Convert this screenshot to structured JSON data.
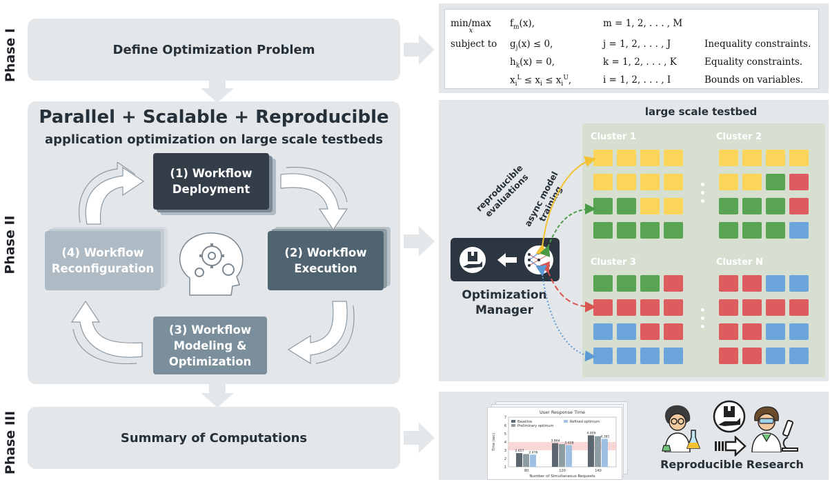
{
  "phases": {
    "phase1": "Phase I",
    "phase2": "Phase II",
    "phase3": "Phase III"
  },
  "phase1": {
    "title": "Define Optimization Problem"
  },
  "formulation": {
    "row1": {
      "op": "min/max",
      "sub": "x",
      "fn": "f",
      "fn_sub": "m",
      "arg": "(x),",
      "range": "m = 1, 2, . . . , M",
      "note": ""
    },
    "row2": {
      "op": "subject to",
      "fn": "g",
      "fn_sub": "j",
      "arg": "(x)  ≤ 0,",
      "range": "j = 1, 2, . . . , J",
      "note": "Inequality constraints."
    },
    "row3": {
      "fn": "h",
      "fn_sub": "k",
      "arg": "(x)  = 0,",
      "range": "k = 1, 2, . . . , K",
      "note": "Equality constraints."
    },
    "row4": {
      "bound": "x",
      "sup_l": "L",
      "sup_u": "U",
      "mid": "≤ x",
      "range": "i = 1, 2, . . . , I",
      "note": "Bounds on variables."
    }
  },
  "phase2": {
    "title": "Parallel + Scalable + Reproducible",
    "subtitle": "application optimization on large scale testbeds",
    "steps": [
      {
        "line1": "(1) Workflow",
        "line2": "Deployment",
        "line3": ""
      },
      {
        "line1": "(2) Workflow",
        "line2": "Execution",
        "line3": ""
      },
      {
        "line1": "(3) Workflow",
        "line2": "Modeling &",
        "line3": "Optimization"
      },
      {
        "line1": "(4) Workflow",
        "line2": "Reconfiguration",
        "line3": ""
      }
    ]
  },
  "testbed": {
    "title": "large scale testbed",
    "clusters": [
      "Cluster 1",
      "Cluster 2",
      "Cluster 3",
      "Cluster N"
    ],
    "label_reproducible_1": "reproducible",
    "label_reproducible_2": "evaluations",
    "label_async_1": "async model",
    "label_async_2": "training",
    "manager_1": "Optimization",
    "manager_2": "Manager",
    "colors": {
      "yellow": "#fbd55a",
      "green": "#58a453",
      "red": "#de5b5f",
      "blue": "#6ca5dc",
      "cluster_bg": "#d7dfd1"
    },
    "grids": {
      "c1": [
        [
          "y",
          "y",
          "y",
          "y"
        ],
        [
          "y",
          "y",
          "y",
          "y"
        ],
        [
          "g",
          "g",
          "y",
          "y"
        ],
        [
          "g",
          "g",
          "g",
          "g"
        ]
      ],
      "c2": [
        [
          "y",
          "y",
          "y",
          "y"
        ],
        [
          "y",
          "y",
          "g",
          "r"
        ],
        [
          "g",
          "g",
          "g",
          "r"
        ],
        [
          "g",
          "g",
          "g",
          "b"
        ]
      ],
      "c3": [
        [
          "g",
          "g",
          "g",
          "r"
        ],
        [
          "r",
          "r",
          "r",
          "r"
        ],
        [
          "b",
          "b",
          "r",
          "r"
        ],
        [
          "b",
          "b",
          "b",
          "b"
        ]
      ],
      "cN": [
        [
          "r",
          "r",
          "b",
          "b"
        ],
        [
          "r",
          "r",
          "r",
          "r"
        ],
        [
          "r",
          "r",
          "b",
          "b"
        ],
        [
          "r",
          "r",
          "b",
          "b"
        ]
      ]
    }
  },
  "phase3": {
    "title": "Summary of Computations"
  },
  "chart_data": {
    "type": "bar",
    "title": "User Response Time",
    "xlabel": "Number of Simultaneous Requests",
    "ylabel": "Time (sec)",
    "categories": [
      "80",
      "120",
      "140"
    ],
    "ylim": [
      1,
      7
    ],
    "yticks": [
      "1",
      "2",
      "3",
      "4",
      "5",
      "6",
      "7"
    ],
    "series": [
      {
        "name": "Baseline",
        "values": [
          2.657,
          3.864,
          4.809
        ],
        "labels": [
          "2.657",
          "3.864",
          "4.809"
        ]
      },
      {
        "name": "Preliminary optimum",
        "values": [
          2.55,
          3.75,
          4.7
        ],
        "labels": [
          "",
          "",
          ""
        ]
      },
      {
        "name": "Refined optimum",
        "values": [
          2.476,
          3.628,
          4.381
        ],
        "labels": [
          "2.476",
          "3.628",
          "4.381"
        ]
      }
    ],
    "legend_position": "top"
  },
  "research": {
    "label": "Reproducible Research"
  }
}
